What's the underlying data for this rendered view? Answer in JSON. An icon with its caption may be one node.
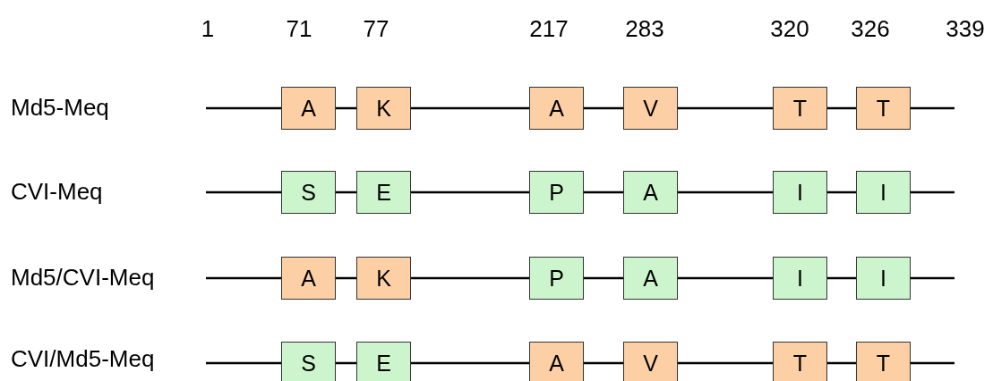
{
  "diagram": {
    "nodes": [
      {
        "text": [
          "A"
        ]
      },
      {
        "text": [
          "K"
        ]
      },
      {
        "text": [
          "A"
        ]
      },
      {
        "text": [
          "V"
        ]
      },
      {
        "text": [
          "T"
        ]
      },
      {
        "text": [
          "T"
        ]
      },
      {
        "text": [
          "S"
        ]
      },
      {
        "text": [
          "E"
        ]
      },
      {
        "text": [
          "P"
        ]
      },
      {
        "text": [
          "A"
        ]
      },
      {
        "text": [
          "I"
        ]
      },
      {
        "text": [
          "I"
        ]
      },
      {
        "text": [
          "A"
        ]
      },
      {
        "text": [
          "K"
        ]
      },
      {
        "text": [
          "P"
        ]
      },
      {
        "text": [
          "A"
        ]
      },
      {
        "text": [
          "I"
        ]
      },
      {
        "text": [
          "I"
        ]
      },
      {
        "text": [
          "S"
        ]
      },
      {
        "text": [
          "E"
        ]
      },
      {
        "text": [
          "A"
        ]
      },
      {
        "text": [
          "V"
        ]
      },
      {
        "text": [
          "T"
        ]
      },
      {
        "text": [
          "T"
        ]
      }
    ],
    "edges": [
      {
        "from": null,
        "to": 0,
        "arrow": "none"
      },
      {
        "from": 0,
        "to": 1,
        "arrow": "none"
      },
      {
        "from": 1,
        "to": 2,
        "arrow": "none"
      },
      {
        "from": 2,
        "to": 3,
        "arrow": "none"
      },
      {
        "from": 3,
        "to": 4,
        "arrow": "none"
      },
      {
        "from": 4,
        "to": 5,
        "arrow": "none"
      },
      {
        "from": 5,
        "to": null,
        "arrow": "none"
      },
      {
        "from": null,
        "to": 6,
        "arrow": "none"
      },
      {
        "from": 6,
        "to": 7,
        "arrow": "none"
      },
      {
        "from": 7,
        "to": 8,
        "arrow": "none"
      },
      {
        "from": 8,
        "to": 9,
        "arrow": "none"
      },
      {
        "from": 9,
        "to": 10,
        "arrow": "none"
      },
      {
        "from": 10,
        "to": 11,
        "arrow": "none"
      },
      {
        "from": 11,
        "to": null,
        "arrow": "none"
      },
      {
        "from": null,
        "to": 12,
        "arrow": "none"
      },
      {
        "from": 12,
        "to": 13,
        "arrow": "none"
      },
      {
        "from": 13,
        "to": 14,
        "arrow": "none"
      },
      {
        "from": 14,
        "to": 15,
        "arrow": "none"
      },
      {
        "from": 15,
        "to": 16,
        "arrow": "none"
      },
      {
        "from": 16,
        "to": 17,
        "arrow": "none"
      },
      {
        "from": 17,
        "to": null,
        "arrow": "none"
      },
      {
        "from": null,
        "to": 18,
        "arrow": "none"
      },
      {
        "from": 18,
        "to": 19,
        "arrow": "none"
      },
      {
        "from": 19,
        "to": 20,
        "arrow": "none"
      },
      {
        "from": 20,
        "to": 21,
        "arrow": "none"
      },
      {
        "from": 21,
        "to": 22,
        "arrow": "none"
      },
      {
        "from": 22,
        "to": 23,
        "arrow": "none"
      },
      {
        "from": 23,
        "to": null,
        "arrow": "none"
      }
    ],
    "labels": [
      "1",
      "71",
      "77",
      "217",
      "283",
      "320",
      "326",
      "339",
      "Md5-Meq",
      "CVI-Meq",
      "Md5/CVI-Meq",
      "CVI/Md5-Meq"
    ]
  }
}
